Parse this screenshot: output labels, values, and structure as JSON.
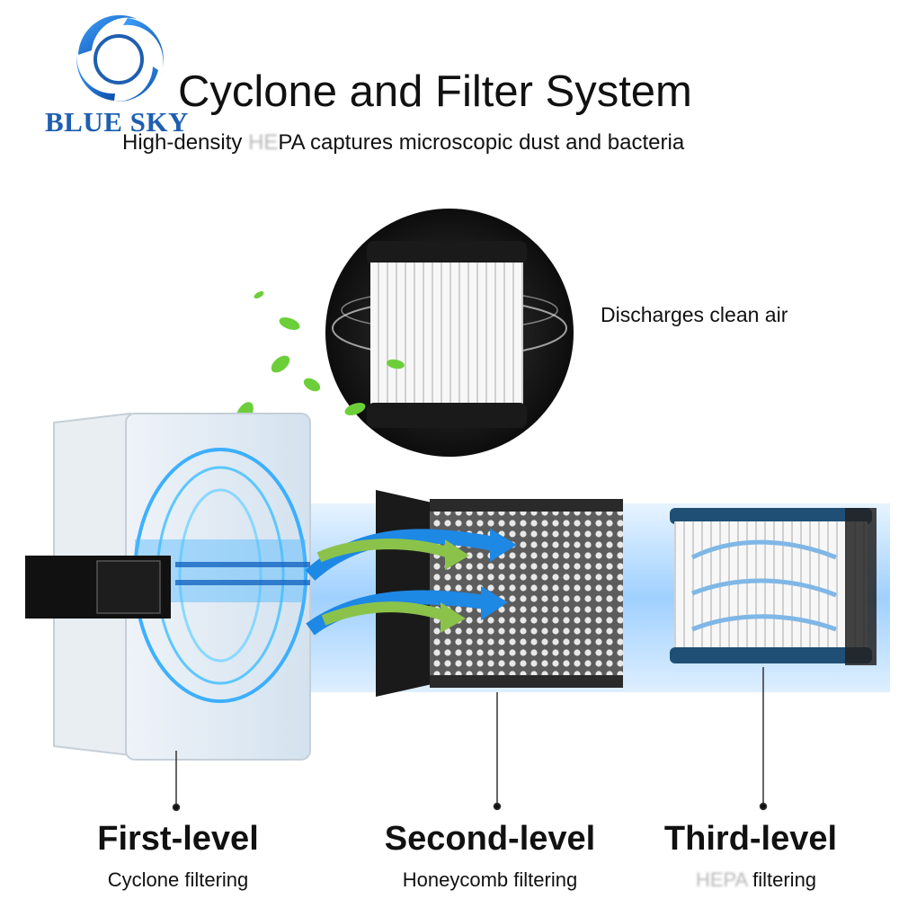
{
  "brand": {
    "logo_text": "Blue Sky",
    "logo_icon": "swirl-circle-icon",
    "brand_color": "#1f5fb0"
  },
  "header": {
    "title": "Cyclone and Filter System",
    "subtitle_before": "High-density ",
    "subtitle_blurred": "HE",
    "subtitle_after": "PA captures microscopic dust and bacteria"
  },
  "callout": {
    "discharge_label": "Discharges clean air"
  },
  "stages": [
    {
      "title": "First-level",
      "subtitle": "Cyclone filtering"
    },
    {
      "title": "Second-level",
      "subtitle": "Honeycomb filtering"
    },
    {
      "title": "Third-level",
      "subtitle_blurred": "HEPA",
      "subtitle_after": " filtering"
    }
  ],
  "colors": {
    "airflow_blue": "#1e88e5",
    "arrow_green": "#8bc34a",
    "glow_blue": "#2aa8ff"
  }
}
